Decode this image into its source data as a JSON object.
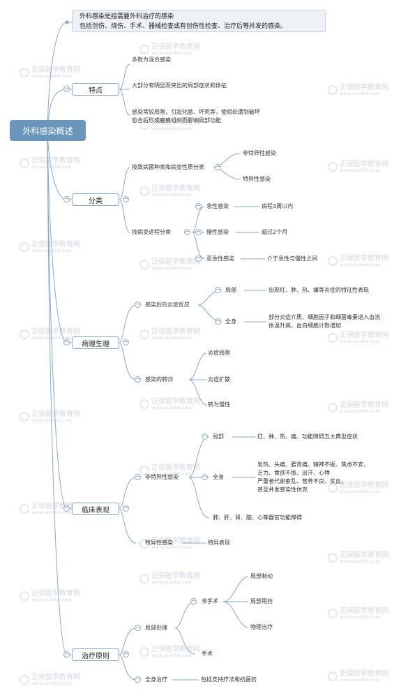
{
  "root": "外科感染概述",
  "definition": {
    "line1": "外科感染是指需要外科治疗的感染",
    "line2": "包括创伤、烧伤、手术、器械检查或有创伤性检查、治疗后等并发的感染。"
  },
  "features": {
    "label": "特点",
    "item1": "多数为混合感染",
    "item2": "大部分有明显而突出的局部症状和体征",
    "item3_line1": "感染常较局限，引起化脓、坏死等，使组织遭到破坏",
    "item3_line2": "愈合后形成瘢痕组织而影响局部功能"
  },
  "classification": {
    "label": "分类",
    "by_pathogen": "按致病菌种类和病变性质分类",
    "nonspecific": "非特异性感染",
    "specific": "特异性感染",
    "by_course": "按病变进程分类",
    "acute": "急性感染",
    "acute_desc": "病程3周以内",
    "chronic": "慢性感染",
    "chronic_desc": "超过2个月",
    "subacute": "亚急性感染",
    "subacute_desc": "介于急性与慢性之间"
  },
  "pathophysiology": {
    "label": "病理生理",
    "inflammatory": "感染后的炎症反应",
    "local": "局部",
    "local_desc": "出现红、肿、热、痛等炎症的特征性表现",
    "systemic": "全身",
    "systemic_line1": "部分炎症介质、细胞因子和细菌毒素进入血流",
    "systemic_line2": "体温升高、血白细胞计数增加",
    "outcome": "感染的转归",
    "outcome1": "炎症局限",
    "outcome2": "炎症扩散",
    "outcome3": "转为慢性"
  },
  "clinical": {
    "label": "临床表现",
    "nonspecific": "非特异性感染",
    "local": "局部",
    "local_desc": "红、肿、热、痛、功能障碍五大典型症状",
    "systemic": "全身",
    "systemic_line1": "发热、头痛、腰背痛、精神不振、焦虑不安、",
    "systemic_line2": "乏力、食欲不振、出汗、心悸",
    "systemic_line3": "严重者代谢紊乱、营养不良、贫血，",
    "systemic_line4": "甚至并发感染性休克",
    "organ": "肺、肝、肾、脑、心等器官功能障碍",
    "specific": "特异性感染",
    "specific_desc": "特异表现"
  },
  "treatment": {
    "label": "治疗原则",
    "local": "局部处理",
    "nonsurgical": "非手术",
    "brake": "局部制动",
    "medication": "局部用药",
    "physio": "物理治疗",
    "surgery": "手术",
    "systemic": "全身治疗",
    "systemic_desc": "包括支持疗法和抗菌药"
  },
  "watermark": {
    "cn": "正保医学教育网",
    "en": "www.med66.com"
  },
  "colors": {
    "root_fill": "#6b96bb",
    "line": "#8aa9c6"
  }
}
